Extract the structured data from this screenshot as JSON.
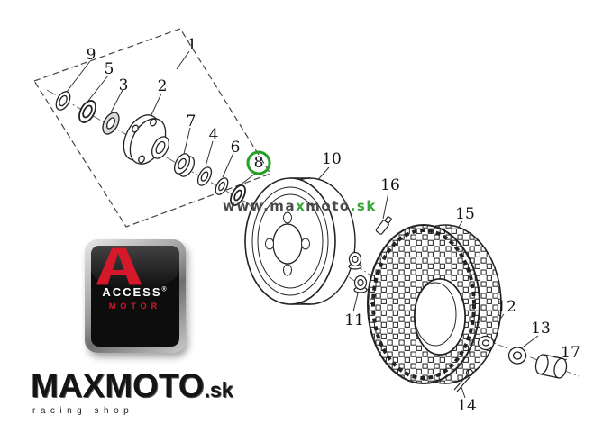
{
  "parts": {
    "labels": [
      "1",
      "2",
      "3",
      "4",
      "5",
      "6",
      "7",
      "8",
      "9",
      "10",
      "11",
      "12",
      "13",
      "14",
      "15",
      "16",
      "17"
    ],
    "highlighted": "8",
    "highlight_color": "#21a121"
  },
  "watermark": {
    "segments": [
      {
        "text": "www.ma",
        "color": "#4a4a4a"
      },
      {
        "text": "x",
        "color": "#3aa63a"
      },
      {
        "text": "moto",
        "color": "#4a4a4a"
      },
      {
        "text": ".sk",
        "color": "#3aa63a"
      }
    ]
  },
  "logos": {
    "access": {
      "letter": "A",
      "name": "ACCESS",
      "reg": "®",
      "sub": "MOTOR",
      "accent_color": "#d6182b",
      "bg_color": "#0d0d0d"
    },
    "maxmoto": {
      "name": "MAXMOTO",
      "tld": ".sk",
      "tagline": "racing shop"
    }
  }
}
